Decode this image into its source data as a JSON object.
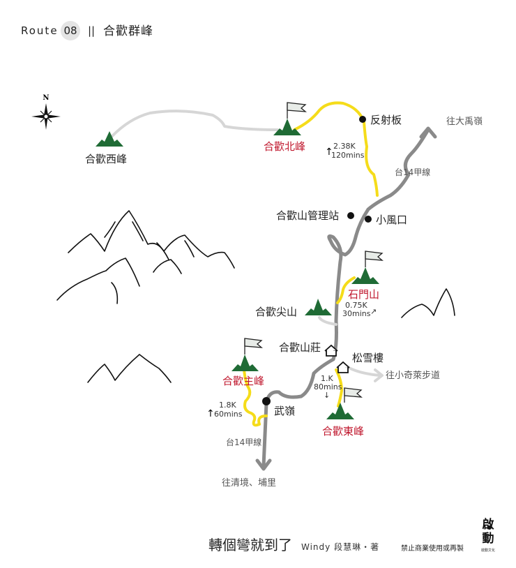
{
  "header": {
    "route_label": "Route",
    "route_number": "08",
    "separator": "||",
    "title": "合歡群峰"
  },
  "compass": {
    "north": "N"
  },
  "places": {
    "west_peak": "合歡西峰",
    "north_peak": "合歡北峰",
    "reflector": "反射板",
    "dayuling": "往大禹嶺",
    "road_north": "台14甲線",
    "station": "合歡山管理站",
    "xiaofengkou": "小風口",
    "shimen": "石門山",
    "jianshan": "合歡尖山",
    "lodge": "合歡山莊",
    "songxue": "松雪樓",
    "xiaoqilai": "往小奇萊步道",
    "east_peak": "合歡東峰",
    "main_peak": "合歡主峰",
    "wuling": "武嶺",
    "road_south": "台14甲線",
    "qingjing": "往清境、埔里"
  },
  "trails": {
    "north": {
      "distance": "2.38K",
      "time": "120mins",
      "arrow": "↑"
    },
    "shimen": {
      "distance": "0.75K",
      "time": "30mins",
      "arrow": "↗"
    },
    "east": {
      "distance": "1.K",
      "time": "80mins",
      "arrow": "↓"
    },
    "main": {
      "distance": "1.8K",
      "time": "60mins",
      "arrow": "↑"
    }
  },
  "colors": {
    "peak": "#1f6b35",
    "highlight_label": "#c0182e",
    "trail": "#f5dc1a",
    "road": "#8a8a8a"
  },
  "footer": {
    "book_title": "轉個彎就到了",
    "author": "Windy 段慧琳・著",
    "notice": "禁止商業使用或再製",
    "publisher_logo": "啟動",
    "publisher_name": "啟動文化"
  }
}
